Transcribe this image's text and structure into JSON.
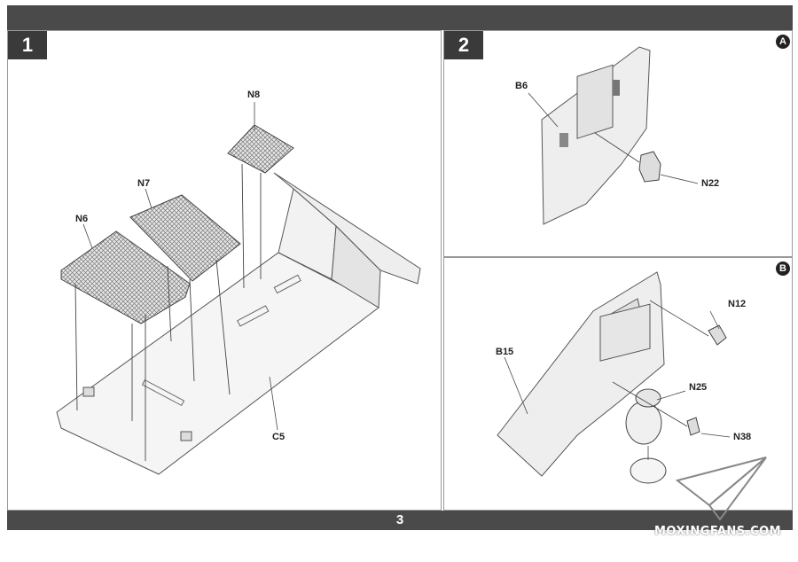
{
  "page": {
    "number": "3"
  },
  "steps": [
    {
      "number": "1",
      "parts": [
        "N8",
        "N7",
        "N6",
        "C5"
      ]
    },
    {
      "number": "2",
      "subs": [
        {
          "badge": "A",
          "parts": [
            "B6",
            "N22"
          ]
        },
        {
          "badge": "B",
          "parts": [
            "N12",
            "B15",
            "N25",
            "N38"
          ]
        }
      ]
    }
  ],
  "watermark": {
    "text": "MOXINGFANS.COM"
  }
}
